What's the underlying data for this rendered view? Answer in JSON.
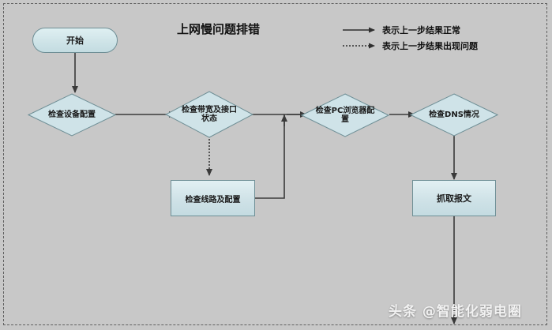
{
  "title": "上网慢问题排错",
  "colors": {
    "canvas_background": "#c8c8c8",
    "shape_fill": "#cfe2e7",
    "shape_border": "#6f8f96",
    "line": "#3a3a3a",
    "text": "#1a1a1a",
    "watermark": "#f2f2f2"
  },
  "legend": {
    "items": [
      {
        "style": "solid",
        "label": "表示上一步结果正常"
      },
      {
        "style": "dotted",
        "label": "表示上一步结果出现问题"
      }
    ]
  },
  "nodes": {
    "start": {
      "label": "开始",
      "shape": "terminator"
    },
    "check_device_config": {
      "label": "检查设备配置",
      "shape": "decision"
    },
    "check_bandwidth_interface": {
      "label": "检查带宽及接口状态",
      "shape": "decision"
    },
    "check_line_config": {
      "label": "检查线路及配置",
      "shape": "process"
    },
    "check_pc_browser_config": {
      "label": "检查PC浏览器配置",
      "shape": "decision"
    },
    "check_dns": {
      "label": "检查DNS情况",
      "shape": "decision"
    },
    "capture_packets": {
      "label": "抓取报文",
      "shape": "process"
    }
  },
  "watermark": "头条 @智能化弱电圈"
}
